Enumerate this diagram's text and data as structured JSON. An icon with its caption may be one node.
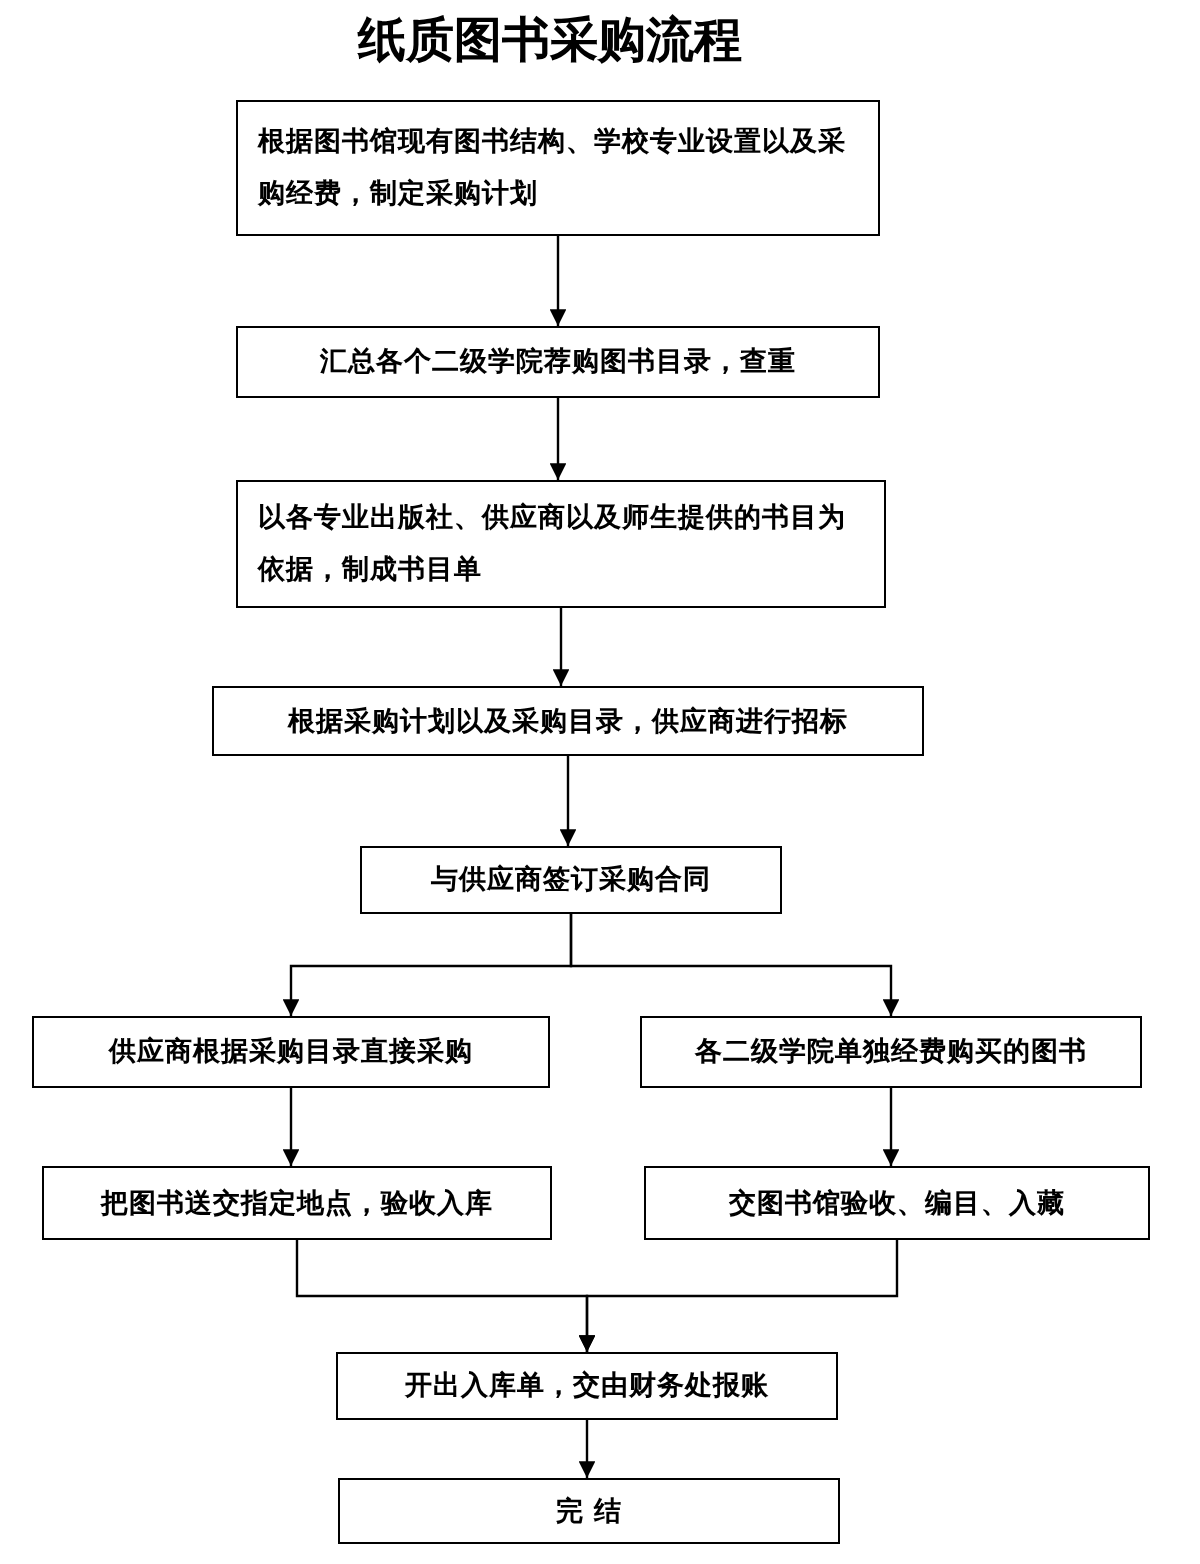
{
  "diagram": {
    "title": "纸质图书采购流程",
    "nodes": [
      {
        "text": [
          "根据图书馆现有图书结构、学校专业设置以及采购经费，制定采购计划"
        ]
      },
      {
        "text": [
          "汇总各个二级学院荐购图书目录，查重"
        ]
      },
      {
        "text": [
          "以各专业出版社、供应商以及师生提供的书目为依据，制成书目单"
        ]
      },
      {
        "text": [
          "根据采购计划以及采购目录，供应商进行招标"
        ]
      },
      {
        "text": [
          "与供应商签订采购合同"
        ]
      },
      {
        "text": [
          "供应商根据采购目录直接采购"
        ]
      },
      {
        "text": [
          "各二级学院单独经费购买的图书"
        ]
      },
      {
        "text": [
          "把图书送交指定地点，验收入库"
        ]
      },
      {
        "text": [
          "交图书馆验收、编目、入藏"
        ]
      },
      {
        "text": [
          "开出入库单，交由财务处报账"
        ]
      },
      {
        "text": [
          "完 结"
        ]
      }
    ],
    "edges": [
      {
        "from": 0,
        "to": 1,
        "arrow": "to"
      },
      {
        "from": 1,
        "to": 2,
        "arrow": "to"
      },
      {
        "from": 2,
        "to": 3,
        "arrow": "to"
      },
      {
        "from": 3,
        "to": 4,
        "arrow": "to"
      },
      {
        "from": 4,
        "to": 5,
        "arrow": "to"
      },
      {
        "from": 4,
        "to": 6,
        "arrow": "to"
      },
      {
        "from": 5,
        "to": 7,
        "arrow": "to"
      },
      {
        "from": 6,
        "to": 8,
        "arrow": "to"
      },
      {
        "from": 7,
        "to": 9,
        "arrow": "to"
      },
      {
        "from": 8,
        "to": 9,
        "arrow": "to"
      },
      {
        "from": 9,
        "to": 10,
        "arrow": "to"
      }
    ]
  }
}
